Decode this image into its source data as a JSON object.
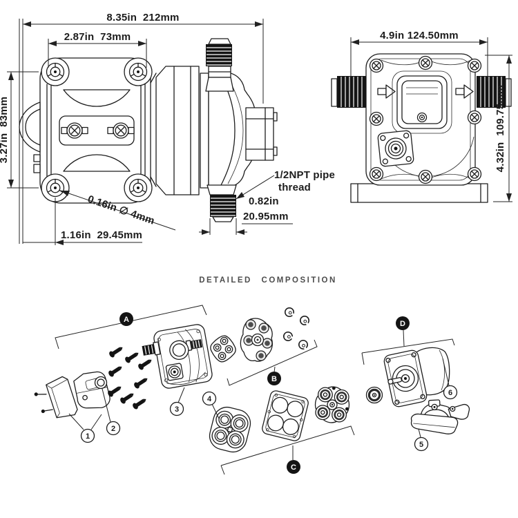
{
  "drawing": {
    "composition_title": "DETAILED COMPOSITION",
    "side_view": {
      "dim_total_width": "8.35in  212mm",
      "dim_hole_spacing": "2.87in  73mm",
      "dim_mount_height": "3.27in  83mm",
      "dim_hole_diameter": "0.16in ∅ 4mm",
      "dim_edge_offset": "1.16in  29.45mm",
      "thread_note_line1": "1/2NPT pipe",
      "thread_note_line2": "thread",
      "dim_port_inches": "0.82in",
      "dim_port_mm": "20.95mm"
    },
    "front_view": {
      "dim_width": "4.9in 124.50mm",
      "dim_height": "4.32in  109.75mm"
    },
    "exploded": {
      "groups": {
        "a": "A",
        "b": "B",
        "c": "C",
        "d": "D"
      },
      "parts": {
        "n1": "1",
        "n2": "2",
        "n3": "3",
        "n4": "4",
        "n5": "5",
        "n6": "6"
      }
    },
    "colors": {
      "ink": "#1c1c1c",
      "muted": "#4d4d4d",
      "paper": "#ffffff"
    }
  }
}
